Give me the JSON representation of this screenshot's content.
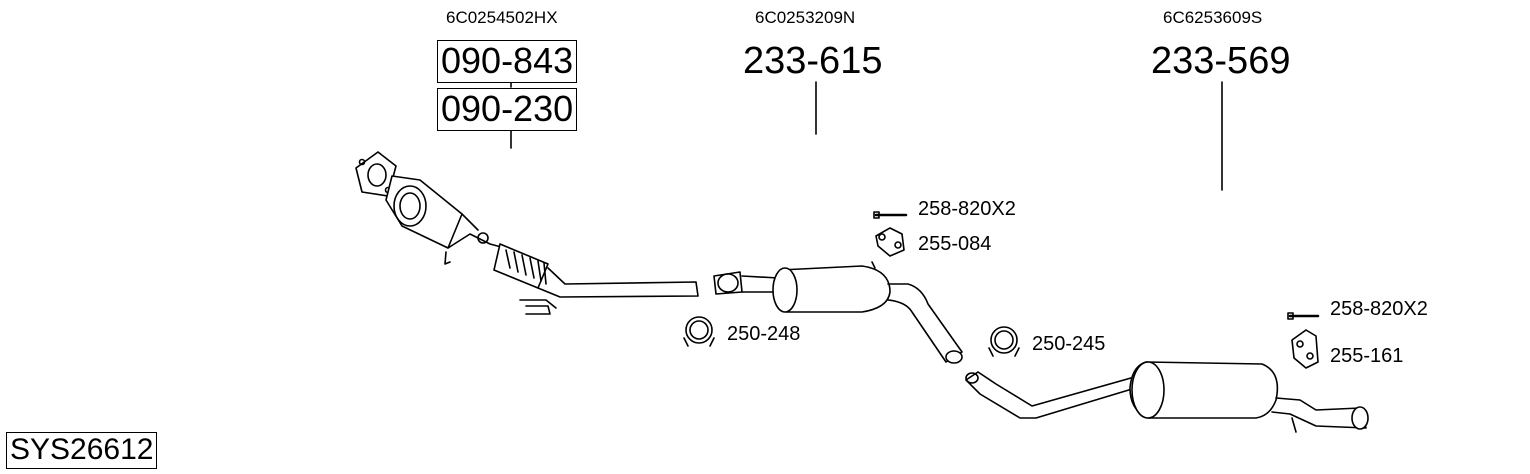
{
  "system": {
    "code": "SYS26612"
  },
  "groups": [
    {
      "oem": "6C0254502HX",
      "parts": [
        "090-843",
        "090-230"
      ]
    },
    {
      "oem": "6C0253209N",
      "parts": [
        "233-615"
      ]
    },
    {
      "oem": "6C6253609S",
      "parts": [
        "233-569"
      ]
    }
  ],
  "accessories": [
    {
      "code": "258-820X2",
      "icon": "bolt-icon"
    },
    {
      "code": "255-084",
      "icon": "rubber-hanger-icon"
    },
    {
      "code": "250-248",
      "icon": "pipe-clamp-icon"
    },
    {
      "code": "250-245",
      "icon": "pipe-clamp-icon"
    },
    {
      "code": "258-820X2",
      "icon": "bolt-icon"
    },
    {
      "code": "255-161",
      "icon": "rubber-hanger-icon"
    }
  ]
}
